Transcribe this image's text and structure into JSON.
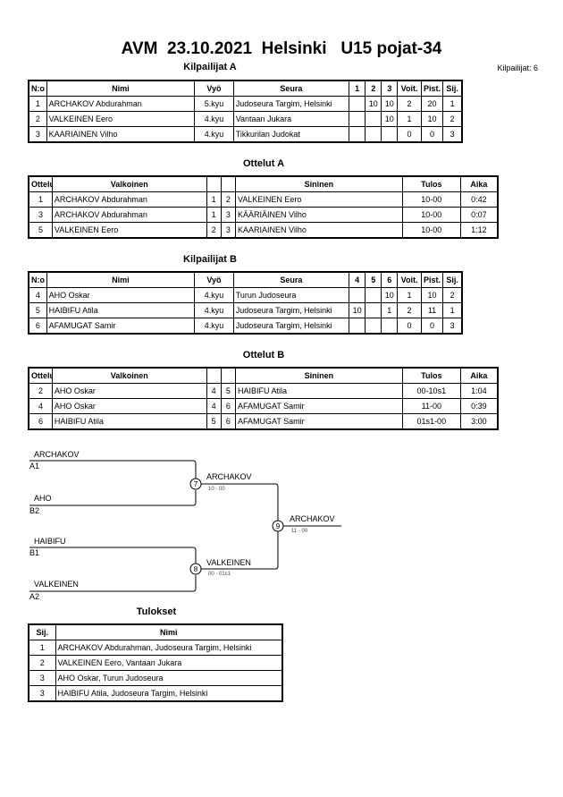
{
  "header": {
    "title": "AVM  23.10.2021  Helsinki   U15 pojat-34",
    "competitors_count": "Kilpailijat: 6"
  },
  "pool_a": {
    "title": "Kilpailijat A",
    "headers": [
      "N:o",
      "Nimi",
      "Vyö",
      "Seura",
      "1",
      "2",
      "3",
      "Voit.",
      "Pist.",
      "Sij."
    ],
    "rows": [
      {
        "no": "1",
        "name": "ARCHAKOV Abdurahman",
        "belt": "5.kyu",
        "club": "Judoseura Targim, Helsinki",
        "r1": "",
        "r2": "10",
        "r3": "10",
        "wins": "2",
        "points": "20",
        "place": "1"
      },
      {
        "no": "2",
        "name": "VALKEINEN Eero",
        "belt": "4.kyu",
        "club": "Vantaan Jukara",
        "r1": "",
        "r2": "",
        "r3": "10",
        "wins": "1",
        "points": "10",
        "place": "2"
      },
      {
        "no": "3",
        "name": "KAARIAINEN Vilho",
        "belt": "4.kyu",
        "club": "Tikkurilan Judokat",
        "r1": "",
        "r2": "",
        "r3": "",
        "wins": "0",
        "points": "0",
        "place": "3"
      }
    ]
  },
  "matches_a": {
    "title": "Ottelut A",
    "headers": [
      "Ottelu",
      "Valkoinen",
      "",
      "",
      "Sininen",
      "Tulos",
      "Aika"
    ],
    "rows": [
      {
        "match": "1",
        "white": "ARCHAKOV Abdurahman",
        "w": "1",
        "b": "2",
        "blue": "VALKEINEN Eero",
        "result": "10-00",
        "time": "0:42"
      },
      {
        "match": "3",
        "white": "ARCHAKOV Abdurahman",
        "w": "1",
        "b": "3",
        "blue": "KÄÄRIÄINEN Vilho",
        "result": "10-00",
        "time": "0:07"
      },
      {
        "match": "5",
        "white": "VALKEINEN Eero",
        "w": "2",
        "b": "3",
        "blue": "KAARIAINEN Vilho",
        "result": "10-00",
        "time": "1:12"
      }
    ]
  },
  "pool_b": {
    "title": "Kilpailijat B",
    "headers": [
      "N:o",
      "Nimi",
      "Vyö",
      "Seura",
      "4",
      "5",
      "6",
      "Voit.",
      "Pist.",
      "Sij."
    ],
    "rows": [
      {
        "no": "4",
        "name": "AHO Oskar",
        "belt": "4.kyu",
        "club": "Turun Judoseura",
        "r1": "",
        "r2": "",
        "r3": "10",
        "wins": "1",
        "points": "10",
        "place": "2"
      },
      {
        "no": "5",
        "name": "HAIBIFU Atila",
        "belt": "4.kyu",
        "club": "Judoseura Targim, Helsinki",
        "r1": "10",
        "r2": "",
        "r3": "1",
        "wins": "2",
        "points": "11",
        "place": "1"
      },
      {
        "no": "6",
        "name": "AFAMUGAT Samir",
        "belt": "4.kyu",
        "club": "Judoseura Targim, Helsinki",
        "r1": "",
        "r2": "",
        "r3": "",
        "wins": "0",
        "points": "0",
        "place": "3"
      }
    ]
  },
  "matches_b": {
    "title": "Ottelut B",
    "headers": [
      "Ottelu",
      "Valkoinen",
      "",
      "",
      "Sininen",
      "Tulos",
      "Aika"
    ],
    "rows": [
      {
        "match": "2",
        "white": "AHO Oskar",
        "w": "4",
        "b": "5",
        "blue": "HAIBIFU Atila",
        "result": "00-10s1",
        "time": "1:04"
      },
      {
        "match": "4",
        "white": "AHO Oskar",
        "w": "4",
        "b": "6",
        "blue": "AFAMUGAT Samir",
        "result": "11-00",
        "time": "0:39"
      },
      {
        "match": "6",
        "white": "HAIBIFU Atila",
        "w": "5",
        "b": "6",
        "blue": "AFAMUGAT Samir",
        "result": "01s1-00",
        "time": "3:00"
      }
    ]
  },
  "bracket": {
    "sf1_top_name": "ARCHAKOV",
    "sf1_top_seed": "A1",
    "sf1_bottom_name": "AHO",
    "sf1_bottom_seed": "B2",
    "sf2_top_name": "HAIBIFU",
    "sf2_top_seed": "B1",
    "sf2_bottom_name": "VALKEINEN",
    "sf2_bottom_seed": "A2",
    "m7_no": "7",
    "m7_winner": "ARCHAKOV",
    "m7_score": "10 - 00",
    "m8_no": "8",
    "m8_winner": "VALKEINEN",
    "m8_score": "00 - 01s1",
    "m9_no": "9",
    "m9_winner": "ARCHAKOV",
    "m9_score": "11 - 00"
  },
  "results": {
    "title": "Tulokset",
    "headers": [
      "Sij.",
      "Nimi"
    ],
    "rows": [
      {
        "place": "1",
        "name": "ARCHAKOV Abdurahman, Judoseura Targim, Helsinki"
      },
      {
        "place": "2",
        "name": "VALKEINEN Eero, Vantaan Jukara"
      },
      {
        "place": "3",
        "name": "AHO Oskar, Turun Judoseura"
      },
      {
        "place": "3",
        "name": "HAIBIFU Atila, Judoseura Targim, Helsinki"
      }
    ]
  }
}
